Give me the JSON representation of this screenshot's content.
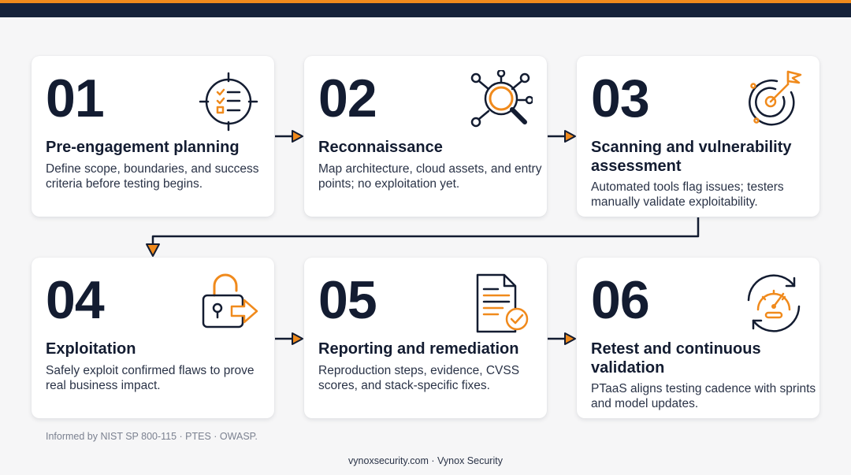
{
  "steps": [
    {
      "number": "01",
      "title": "Pre-engagement planning",
      "description": "Define scope, boundaries, and success criteria before testing begins.",
      "icon": "target-checklist-icon"
    },
    {
      "number": "02",
      "title": "Reconnaissance",
      "description": "Map architecture, cloud assets, and entry points; no exploitation yet.",
      "icon": "magnifier-network-icon"
    },
    {
      "number": "03",
      "title": "Scanning and vulnerability assessment",
      "description": "Automated tools flag issues; testers manually validate exploitability.",
      "icon": "radar-flag-icon"
    },
    {
      "number": "04",
      "title": "Exploitation",
      "description": "Safely exploit confirmed flaws to prove real business impact.",
      "icon": "unlocked-padlock-icon"
    },
    {
      "number": "05",
      "title": "Reporting and remediation",
      "description": "Reproduction steps, evidence, CVSS scores, and stack-specific fixes.",
      "icon": "report-check-icon"
    },
    {
      "number": "06",
      "title": "Retest and continuous validation",
      "description": "PTaaS aligns testing cadence with sprints and model updates.",
      "icon": "gauge-refresh-icon"
    }
  ],
  "footnote": "Informed by NIST SP 800-115 · PTES · OWASP.",
  "footer": "vynoxsecurity.com · Vynox Security",
  "colors": {
    "navy": "#16223a",
    "accent": "#f08a1c",
    "background": "#f6f6f7"
  }
}
